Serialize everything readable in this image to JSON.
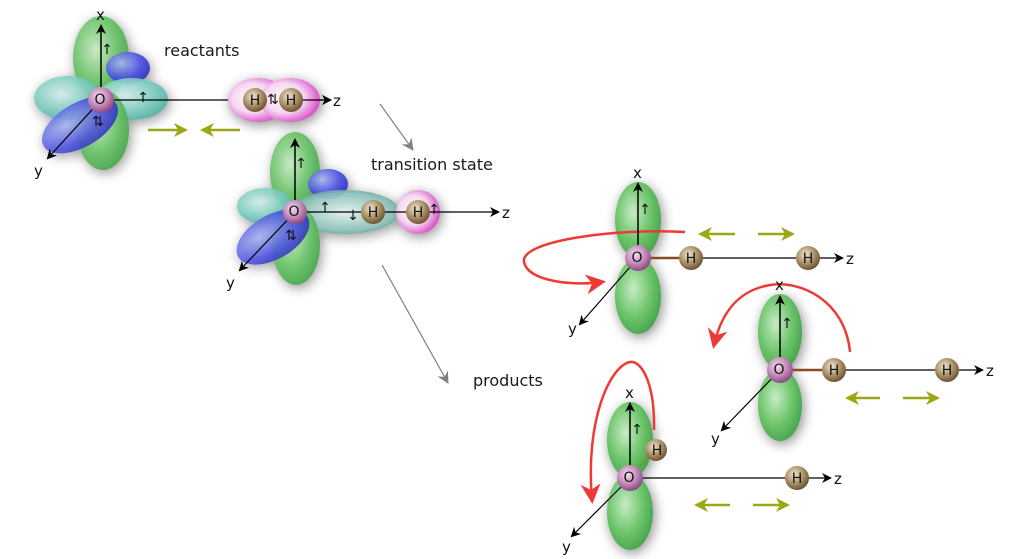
{
  "diagram": {
    "stages": {
      "reactants": "reactants",
      "transition": "transition state",
      "products": "products"
    },
    "axes": {
      "x": "x",
      "y": "y",
      "z": "z"
    },
    "atoms": {
      "oxygen": "O",
      "hydrogen": "H"
    },
    "spins": {
      "up": "↑",
      "down": "↓",
      "paired": "⇅"
    },
    "colors": {
      "p_orbital": "#5cbf5a",
      "teal_orbital": "#5fbfb0",
      "blue_orbital": "#3b3fd6",
      "oxygen": "#b56aa8",
      "hydrogen": "#8a7350",
      "h_cloud": "#e060d0",
      "motion_arrow": "#9aa814",
      "rotation_arrow": "#ee3a34",
      "flow_arrow": "#808080",
      "bond": "#8a4a20"
    }
  }
}
